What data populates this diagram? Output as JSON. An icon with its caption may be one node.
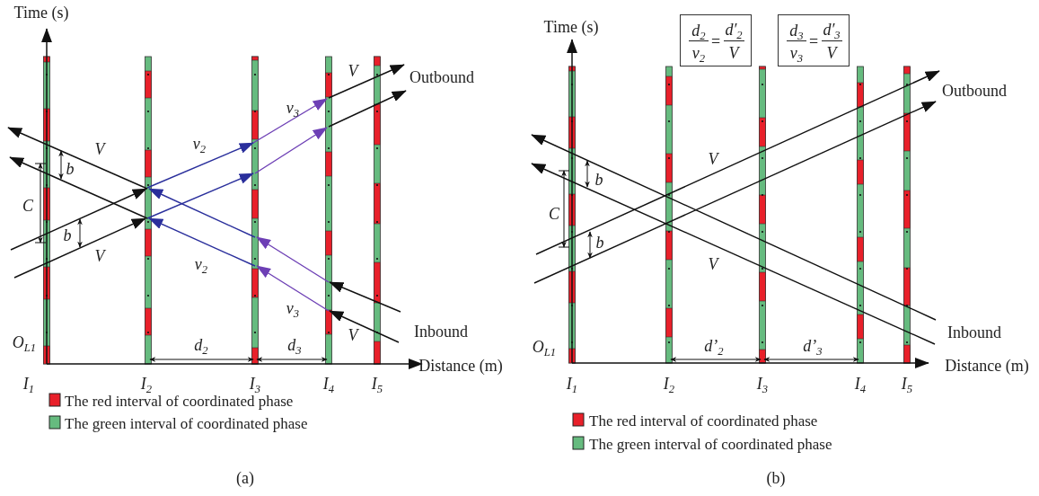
{
  "diagram": {
    "nodes": [
      {
        "text": [
          "d$_{2}$",
          "v$_{2}$",
          "=",
          "d′$_{2}$",
          "V"
        ]
      },
      {
        "text": [
          "d$_{3}$",
          "v$_{3}$",
          "=",
          "d′$_{3}$",
          "V"
        ]
      }
    ],
    "labels": [
      "Time (s)",
      "V",
      "v$_{3}$",
      "Outbound",
      "V",
      "v$_{2}$",
      "b",
      "C",
      "b",
      "V",
      "v$_{2}$",
      "v$_{3}$",
      "V",
      "Inbound",
      "O$_{L1}$",
      "d$_{2}$",
      "d$_{3}$",
      "Distance (m)",
      "I$_{1}$",
      "I$_{2}$",
      "I$_{3}$",
      "I$_{4}$",
      "I$_{5}$",
      "(a)",
      "Time (s)",
      "Outbound",
      "V",
      "b",
      "C",
      "b",
      "V",
      "Inbound",
      "O$_{L1}$",
      "d’$_{2}$",
      "d’$_{3}$",
      "Distance (m)",
      "I$_{1}$",
      "I$_{2}$",
      "I$_{3}$",
      "I$_{4}$",
      "I$_{5}$",
      "(b)"
    ],
    "legend": [
      {
        "text": "The red interval of coordinated phase",
        "color": "#e8202a"
      },
      {
        "text": "The green interval of coordinated phase",
        "color": "#66bb7f"
      },
      {
        "text": "The red interval of coordinated phase",
        "color": "#e8202a"
      },
      {
        "text": "The green interval of coordinated phase",
        "color": "#66bb7f"
      }
    ]
  }
}
